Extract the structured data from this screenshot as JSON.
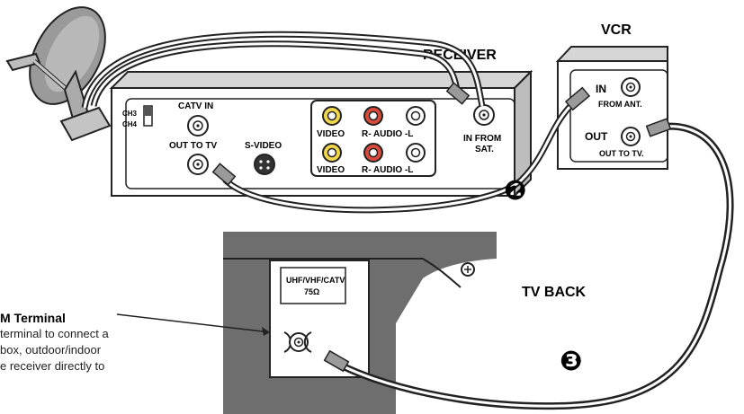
{
  "labels": {
    "receiver": "RECEIVER",
    "vcr": "VCR",
    "catv_in": "CATV IN",
    "ch3": "CH3",
    "ch4": "CH4",
    "out_to_tv": "OUT TO TV",
    "s_video": "S-VIDEO",
    "video_1": "VIDEO",
    "video_2": "VIDEO",
    "r_audio_l_1": "R- AUDIO -L",
    "r_audio_l_2": "R- AUDIO -L",
    "in_from_sat_1": "IN FROM",
    "in_from_sat_2": "SAT.",
    "vcr_in": "IN",
    "vcr_from_ant": "FROM ANT.",
    "vcr_out": "OUT",
    "vcr_out_to_tv": "OUT TO TV.",
    "tv_back": "TV BACK",
    "uhf_1": "UHF/VHF/CATV",
    "uhf_2": "75Ω",
    "step_2": "❷",
    "step_3": "❸"
  },
  "callout": {
    "title": "M Terminal",
    "lines": [
      "terminal to connect a",
      "box, outdoor/indoor",
      "e receiver directly to"
    ]
  }
}
